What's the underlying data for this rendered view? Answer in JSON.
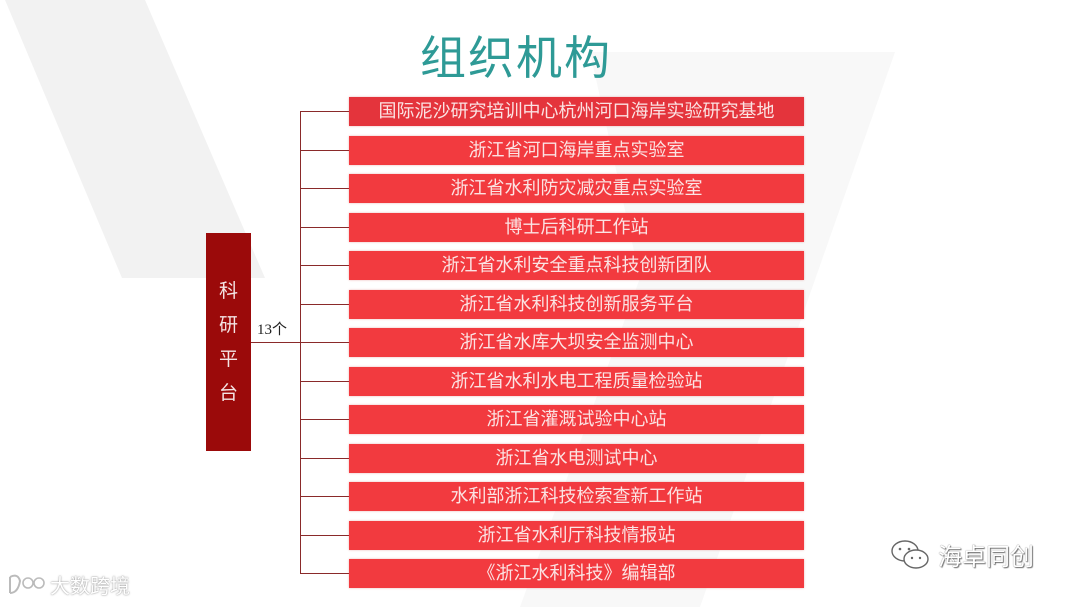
{
  "title": "组织机构",
  "root": {
    "label": "科研平台",
    "chars": [
      "科",
      "研",
      "平",
      "台"
    ],
    "count_label": "13个"
  },
  "items": [
    {
      "label": "国际泥沙研究培训中心杭州河口海岸实验研究基地"
    },
    {
      "label": "浙江省河口海岸重点实验室"
    },
    {
      "label": "浙江省水利防灾减灾重点实验室"
    },
    {
      "label": "博士后科研工作站"
    },
    {
      "label": "浙江省水利安全重点科技创新团队"
    },
    {
      "label": "浙江省水利科技创新服务平台"
    },
    {
      "label": "浙江省水库大坝安全监测中心"
    },
    {
      "label": "浙江省水利水电工程质量检验站"
    },
    {
      "label": "浙江省灌溉试验中心站"
    },
    {
      "label": "浙江省水电测试中心"
    },
    {
      "label": "水利部浙江科技检索查新工作站"
    },
    {
      "label": "浙江省水利厅科技情报站"
    },
    {
      "label": "《浙江水利科技》编辑部"
    }
  ],
  "watermarks": {
    "left": "大数跨境",
    "right": "海卓同创"
  },
  "colors": {
    "title": "#2e9a96",
    "root_box": "#9b0a0a",
    "item_box": "#f23a3f",
    "connector": "#8a2a2a"
  }
}
